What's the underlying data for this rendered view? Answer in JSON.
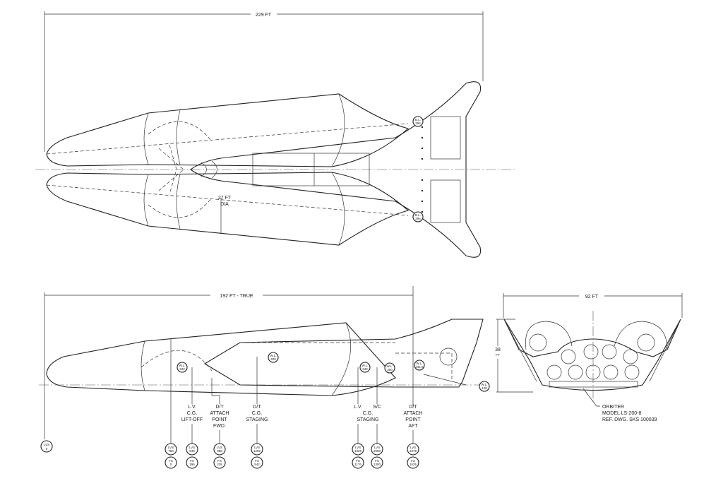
{
  "top_view": {
    "overall_length": "229 FT",
    "tank_diameter": "27 FT",
    "tank_diameter_unit": "DIA",
    "bl_markers": [
      {
        "top": "B.L.",
        "bottom": "294"
      },
      {
        "top": "B.L.",
        "bottom": "294"
      }
    ]
  },
  "side_view": {
    "overall_length": "192 FT - TRUE",
    "wl_markers": [
      {
        "top": "W.L.",
        "bottom": "342"
      },
      {
        "top": "W.L.",
        "bottom": "400"
      },
      {
        "top": "W.L.",
        "bottom": "342"
      },
      {
        "top": "W.L.",
        "bottom": "390"
      },
      {
        "top": "W.L.",
        "bottom": "341.5"
      },
      {
        "top": "W.L.",
        "bottom": "100"
      }
    ],
    "origin_station": {
      "top": "LVS",
      "bottom": "0"
    },
    "callouts": [
      {
        "label": [
          "",
          "",
          ""
        ],
        "lvs": "750",
        "fs": "0"
      },
      {
        "label": [
          "L.V.",
          "C.G.",
          "LIFT-OFF"
        ],
        "lvs": "946",
        "fs": "196"
      },
      {
        "label": [
          "D/T",
          "ATTACH",
          "POINT",
          "FWD."
        ],
        "lvs": "988",
        "fs": "238"
      },
      {
        "label": [
          "D/T",
          "C.G.",
          "STAGING"
        ],
        "lvs": "1292",
        "fs": "542"
      },
      {
        "label": [
          "L.V."
        ],
        "lvs": "1926",
        "fs": "1176"
      },
      {
        "label": [
          "S/C"
        ],
        "lvs": "2050",
        "fs": "1300"
      },
      {
        "label": [
          "D/T",
          "ATTACH",
          "POINT",
          "AFT"
        ],
        "lvs": "2275",
        "fs": "1525"
      }
    ],
    "shared_cg_label": "C.G.",
    "shared_staging_label": "STAGING",
    "lvs_prefix": "LVS",
    "fs_prefix": "FS"
  },
  "front_view": {
    "span": "92 FT",
    "height": "38",
    "height_unit": "FT",
    "note": [
      "ORBITER",
      "MODEL  LS-200-8",
      "REF. DWG. SKS 100039"
    ]
  }
}
